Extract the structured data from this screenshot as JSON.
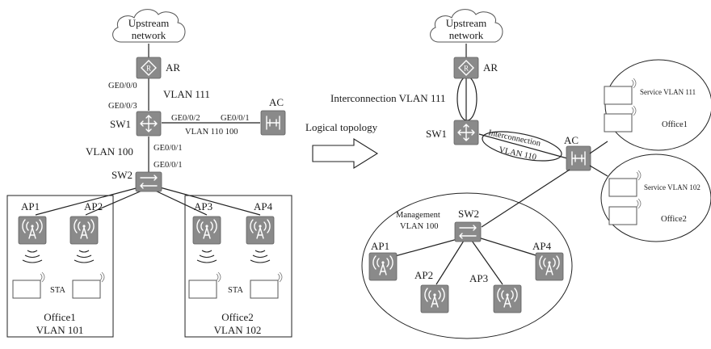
{
  "left": {
    "cloud": "Upstream network",
    "ar": "AR",
    "sw1": "SW1",
    "sw2": "SW2",
    "ac": "AC",
    "ports": {
      "ar_ge": "GE0/0/0",
      "sw1_up": "GE0/0/3",
      "sw1_ac": "GE0/0/2",
      "ac_port": "GE0/0/1",
      "sw1_down": "GE0/0/1",
      "sw2_up": "GE0/0/1"
    },
    "vlans": {
      "ar_sw1": "VLAN 111",
      "sw1_ac": "VLAN 110 100",
      "sw1_sw2": "VLAN 100"
    },
    "aps": [
      "AP1",
      "AP2",
      "AP3",
      "AP4"
    ],
    "sta": "STA",
    "offices": [
      {
        "name": "Office1",
        "vlan": "VLAN 101"
      },
      {
        "name": "Office2",
        "vlan": "VLAN 102"
      }
    ]
  },
  "arrow_label": "Logical topology",
  "right": {
    "cloud": "Upstream network",
    "ar": "AR",
    "sw1": "SW1",
    "sw2": "SW2",
    "ac": "AC",
    "interconnect_111": "Interconnection VLAN 111",
    "interconnect_110": {
      "line1": "Interconnection",
      "line2": "VLAN 110"
    },
    "management": {
      "line1": "Management",
      "line2": "VLAN 100"
    },
    "aps": [
      "AP1",
      "AP2",
      "AP3",
      "AP4"
    ],
    "offices": [
      {
        "service": "Service VLAN 111",
        "name": "Office1"
      },
      {
        "service": "Service VLAN 102",
        "name": "Office2"
      }
    ]
  }
}
